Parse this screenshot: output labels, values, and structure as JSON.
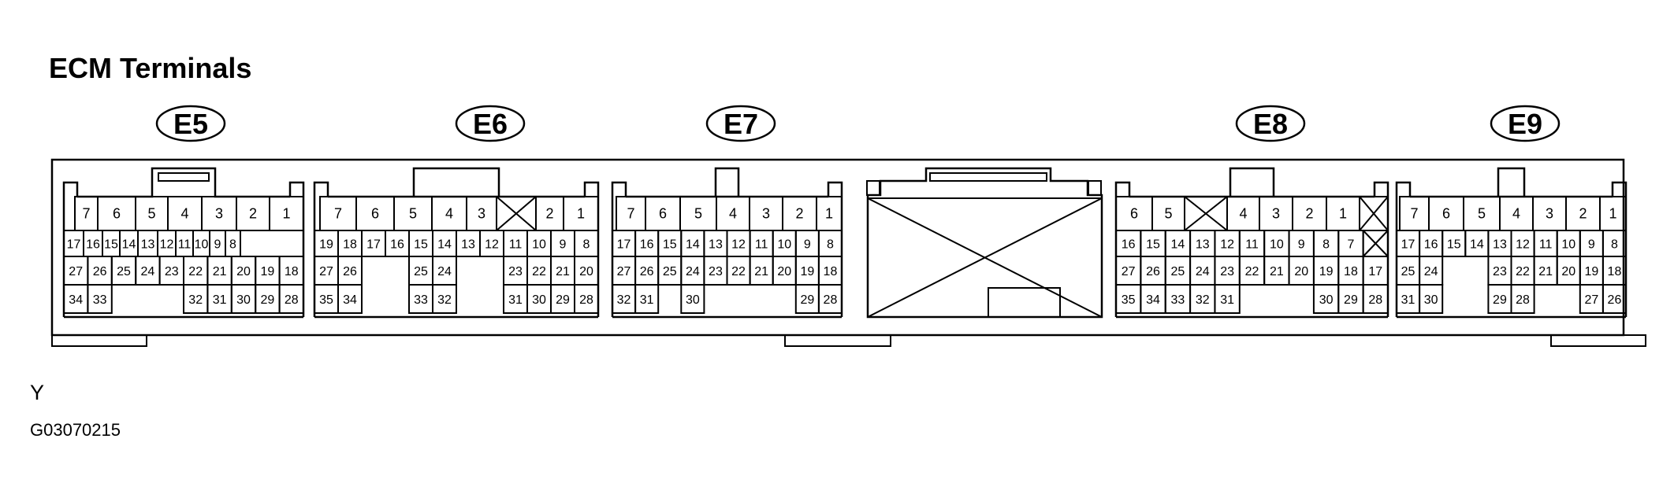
{
  "title": "ECM Terminals",
  "figure_letter": "Y",
  "figure_code": "G03070215",
  "connectors": [
    {
      "name": "E5",
      "rows": [
        [
          "7",
          "6",
          "5",
          "4",
          "3",
          "2",
          "1"
        ],
        [
          "17",
          "16",
          "15",
          "14",
          "13",
          "12",
          "11",
          "10",
          "9",
          "8"
        ],
        [
          "27",
          "26",
          "25",
          "24",
          "23",
          "22",
          "21",
          "20",
          "19",
          "18"
        ],
        [
          "34",
          "33",
          "",
          "",
          "",
          "32",
          "31",
          "30",
          "29",
          "28"
        ]
      ]
    },
    {
      "name": "E6",
      "rows": [
        [
          "7",
          "6",
          "5",
          "4",
          "3",
          "",
          "2",
          "1"
        ],
        [
          "19",
          "18",
          "17",
          "16",
          "15",
          "14",
          "13",
          "12",
          "11",
          "10",
          "9",
          "8"
        ],
        [
          "27",
          "26",
          "",
          "",
          "25",
          "24",
          "",
          "",
          "23",
          "22",
          "21",
          "20"
        ],
        [
          "35",
          "34",
          "",
          "",
          "33",
          "32",
          "",
          "",
          "31",
          "30",
          "29",
          "28"
        ]
      ]
    },
    {
      "name": "E7",
      "rows": [
        [
          "7",
          "6",
          "5",
          "4",
          "3",
          "2",
          "1"
        ],
        [
          "17",
          "16",
          "15",
          "14",
          "13",
          "12",
          "11",
          "10",
          "9",
          "8"
        ],
        [
          "27",
          "26",
          "25",
          "24",
          "23",
          "22",
          "21",
          "20",
          "19",
          "18"
        ],
        [
          "32",
          "31",
          "",
          "30",
          "",
          "",
          "",
          "",
          "29",
          "28"
        ]
      ]
    },
    {
      "name": "",
      "rows": []
    },
    {
      "name": "E8",
      "rows": [
        [
          "6",
          "5",
          "",
          "4",
          "3",
          "2",
          "1",
          ""
        ],
        [
          "16",
          "15",
          "14",
          "13",
          "12",
          "11",
          "10",
          "9",
          "8",
          "7",
          ""
        ],
        [
          "27",
          "26",
          "25",
          "24",
          "23",
          "22",
          "21",
          "20",
          "19",
          "18",
          "17"
        ],
        [
          "35",
          "34",
          "33",
          "32",
          "31",
          "",
          "",
          "",
          "30",
          "29",
          "28"
        ]
      ]
    },
    {
      "name": "E9",
      "rows": [
        [
          "7",
          "6",
          "5",
          "4",
          "3",
          "2",
          "1"
        ],
        [
          "17",
          "16",
          "15",
          "14",
          "13",
          "12",
          "11",
          "10",
          "9",
          "8"
        ],
        [
          "25",
          "24",
          "",
          "",
          "23",
          "22",
          "21",
          "20",
          "19",
          "18"
        ],
        [
          "31",
          "30",
          "",
          "",
          "29",
          "28",
          "",
          "",
          "27",
          "26"
        ]
      ]
    }
  ]
}
